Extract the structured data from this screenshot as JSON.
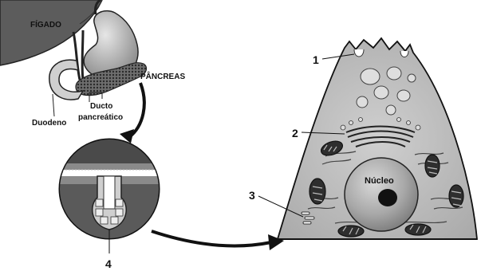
{
  "labels": {
    "liver": "FÍGADO",
    "pancreas": "PÂNCREAS",
    "duodenum": "Duodeno",
    "duct_line1": "Ducto",
    "duct_line2": "pancreático",
    "nucleus": "Núcleo"
  },
  "markers": [
    "1",
    "2",
    "3",
    "4"
  ]
}
